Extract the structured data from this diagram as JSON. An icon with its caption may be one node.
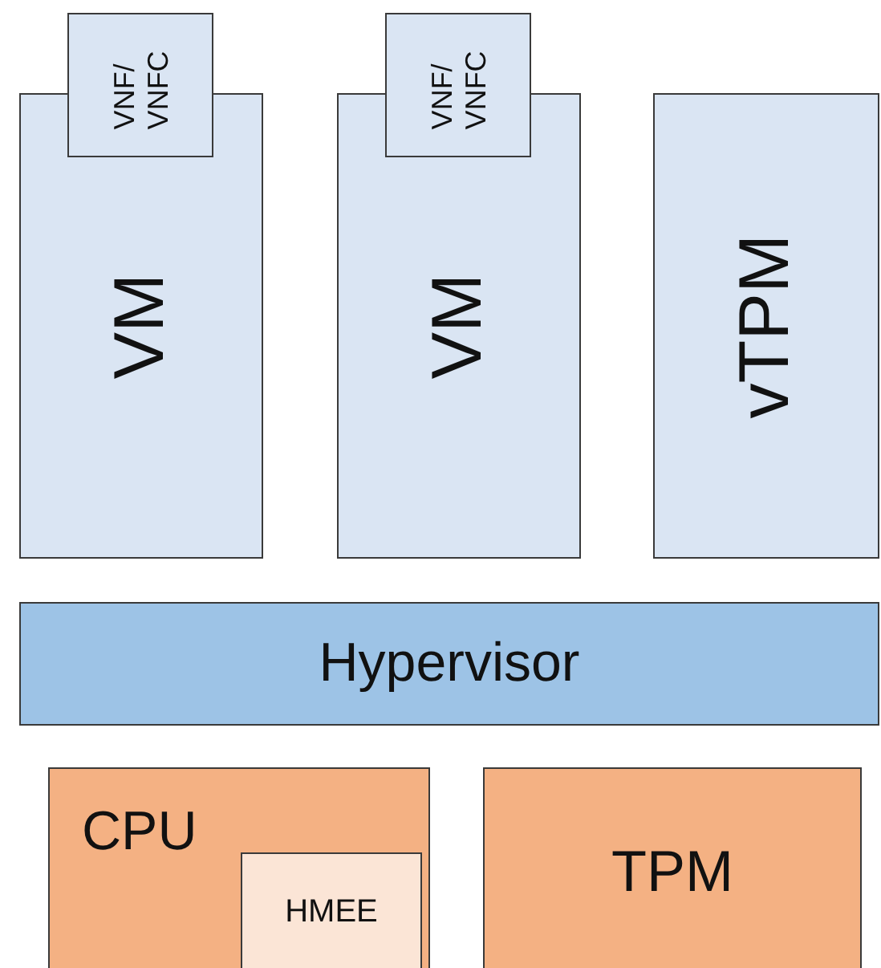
{
  "diagram": {
    "nodes": [
      {
        "text": [
          "VM"
        ]
      },
      {
        "text": [
          "VNF/ VNFC"
        ]
      },
      {
        "text": [
          "VM"
        ]
      },
      {
        "text": [
          "VNF/ VNFC"
        ]
      },
      {
        "text": [
          "vTPM"
        ]
      },
      {
        "text": [
          "Hypervisor"
        ]
      },
      {
        "text": [
          "CPU"
        ]
      },
      {
        "text": [
          "HMEE"
        ],
        "in": 6
      },
      {
        "text": [
          "TPM"
        ]
      }
    ]
  }
}
